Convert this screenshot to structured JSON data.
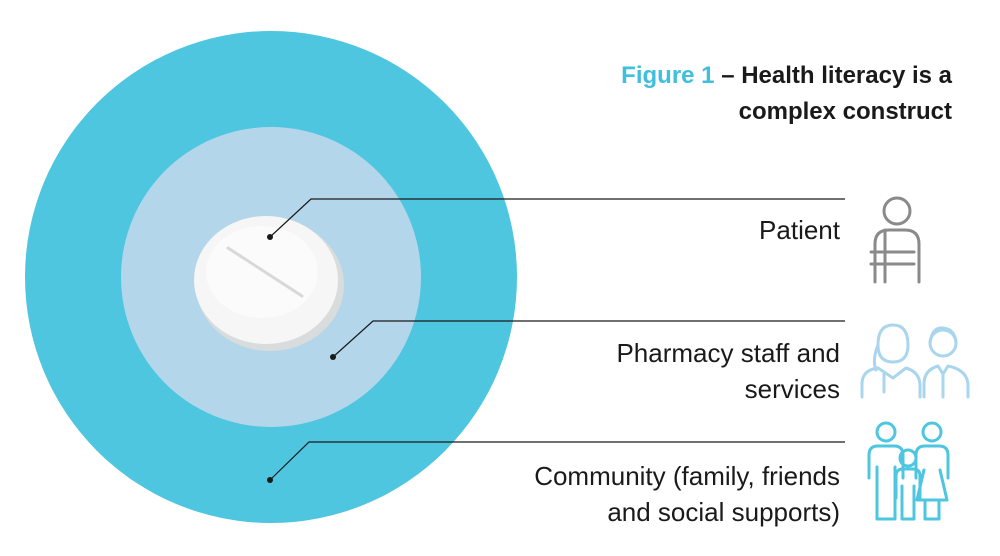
{
  "title": {
    "figure_label": "Figure 1",
    "dash": " – ",
    "line1": "Health literacy is a",
    "line2": "complex construct"
  },
  "labels": {
    "patient": "Patient",
    "pharmacy_line1": "Pharmacy staff and",
    "pharmacy_line2": "services",
    "community_line1": "Community (family, friends",
    "community_line2": "and social supports)"
  },
  "icons": {
    "patient": "patient-arm-sling-icon",
    "pharmacy": "pharmacy-staff-icon",
    "community": "family-icon"
  },
  "colors": {
    "outer_circle": "#4ec6e0",
    "middle_circle": "#b3d6ea",
    "tablet": "#f4f4f4",
    "icon_gray": "#8a8a8a",
    "icon_light_blue": "#a9d6ec",
    "icon_blue": "#4ec6e0",
    "accent": "#3fbfde"
  }
}
